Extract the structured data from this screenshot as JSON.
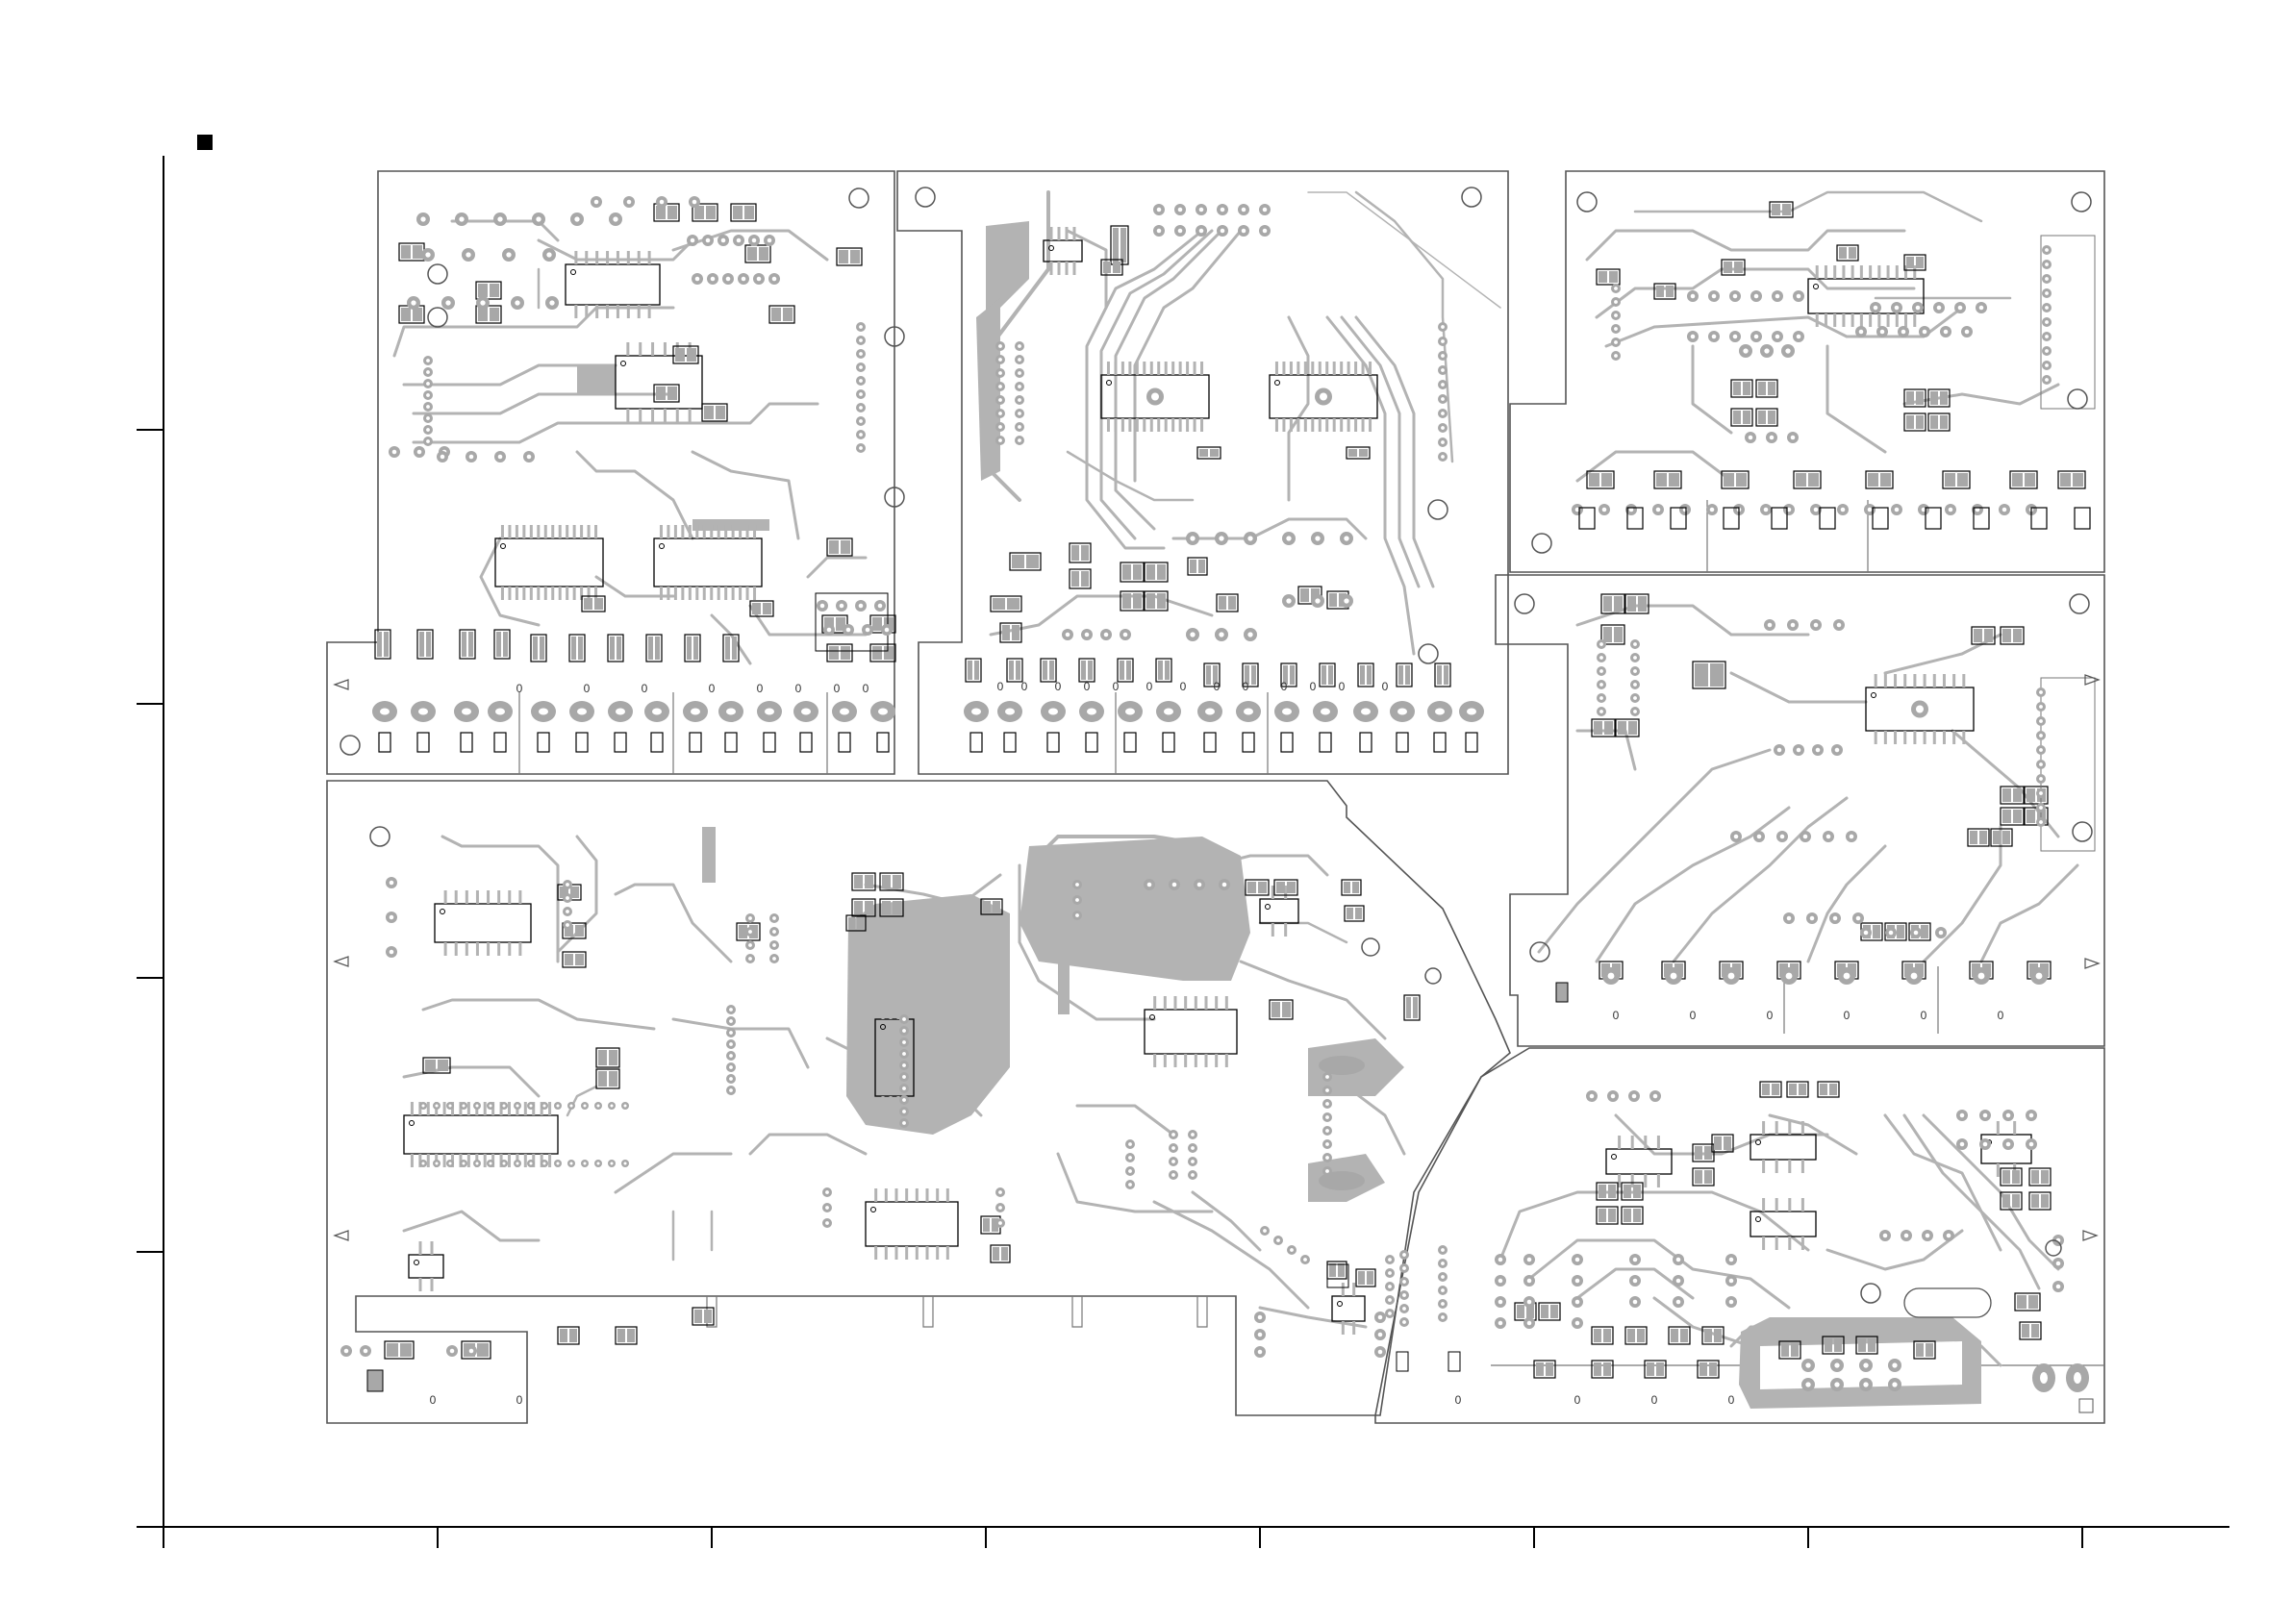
{
  "colors": {
    "background": "#ffffff",
    "board_outline": "#555555",
    "trace": "#b3b3b3",
    "pad_fill": "#a8a8a8",
    "pad_hole": "#ffffff",
    "component_outline": "#000000",
    "frame": "#000000"
  },
  "header": {
    "marker_icon": "black-square-icon"
  },
  "frame": {
    "left_ticks": 4,
    "bottom_ticks": 8
  },
  "boards": {
    "count": 6,
    "names": [
      "board-top-left",
      "board-top-center",
      "board-top-right",
      "board-middle-right",
      "board-bottom-left",
      "board-bottom-right"
    ]
  },
  "pad_label": "0"
}
